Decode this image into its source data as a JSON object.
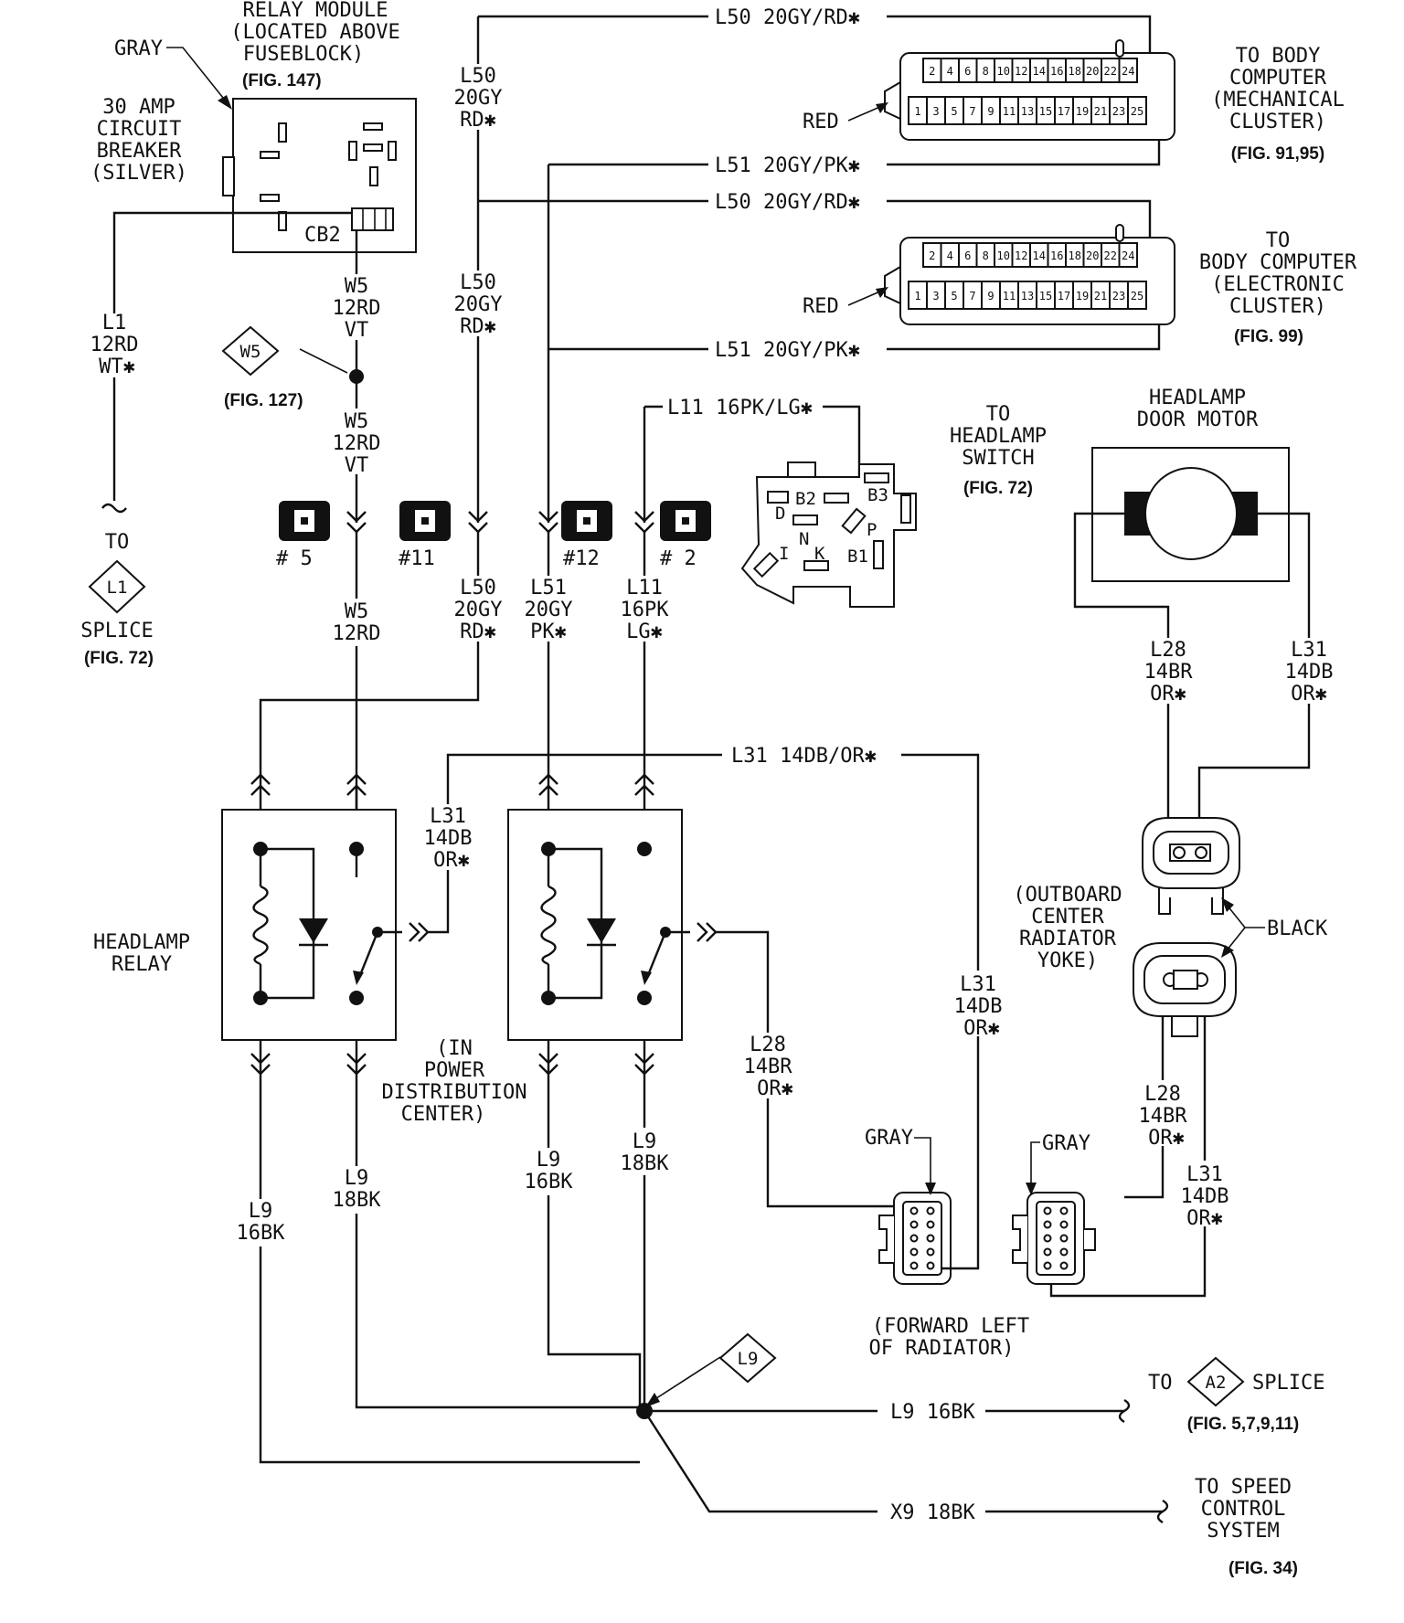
{
  "relay_module": {
    "title": [
      "RELAY MODULE",
      "(LOCATED ABOVE",
      "FUSEBLOCK)"
    ],
    "fig": "(FIG. 147)",
    "gray": "GRAY",
    "breaker": [
      "30 AMP",
      "CIRCUIT",
      "BREAKER",
      "(SILVER)"
    ],
    "cb2": "CB2"
  },
  "wires": {
    "l50_top": "L50 20GY/RD✱",
    "l51_top": "L51 20GY/PK✱",
    "l50_mid": "L50 20GY/RD✱",
    "l51_mid": "L51 20GY/PK✱",
    "l11_top": "L11 16PK/LG✱",
    "l31_h": "L31 14DB/OR✱",
    "l9_out": "L9 16BK",
    "x9_out": "X9 18BK"
  },
  "vlabels": {
    "l50_a": [
      "L50",
      "20GY",
      "RD✱"
    ],
    "l50_b": [
      "L50",
      "20GY",
      "RD✱"
    ],
    "l50_c": [
      "L50",
      "20GY",
      "RD✱"
    ],
    "l51_c": [
      "L51",
      "20GY",
      "PK✱"
    ],
    "l11_c": [
      "L11",
      "16PK",
      "LG✱"
    ],
    "l1": [
      "L1",
      "12RD",
      "WT✱"
    ],
    "w5_a": [
      "W5",
      "12RD",
      "VT"
    ],
    "w5_b": [
      "W5",
      "12RD",
      "VT"
    ],
    "w5_c": [
      "W5",
      "12RD"
    ],
    "l31_relay": [
      "L31",
      "14DB",
      "OR✱"
    ],
    "l31_right": [
      "L31",
      "14DB",
      "OR✱"
    ],
    "l28_mid": [
      "L28",
      "14BR",
      "OR✱"
    ],
    "l28_motor": [
      "L28",
      "14BR",
      "OR✱"
    ],
    "l31_motor": [
      "L31",
      "14DB",
      "OR✱"
    ],
    "l28_low": [
      "L28",
      "14BR",
      "OR✱"
    ],
    "l31_low": [
      "L31",
      "14DB",
      "OR✱"
    ],
    "l9_a": [
      "L9",
      "16BK"
    ],
    "l9_b": [
      "L9",
      "18BK"
    ],
    "l9_c": [
      "L9",
      "16BK"
    ],
    "l9_d": [
      "L9",
      "18BK"
    ]
  },
  "splices": {
    "w5": "W5",
    "w5_fig": "(FIG. 127)",
    "l1": "L1",
    "l1_to": "TO",
    "l1_splice": "SPLICE",
    "l1_fig": "(FIG. 72)",
    "l9": "L9",
    "a2": "A2",
    "a2_to": "TO",
    "a2_splice": "SPLICE",
    "a2_fig": "(FIG. 5,7,9,11)"
  },
  "fuses": [
    "# 5",
    "#11",
    "#12",
    "# 2"
  ],
  "connectors": {
    "top_pins": [
      "2",
      "4",
      "6",
      "8",
      "10",
      "12",
      "14",
      "16",
      "18",
      "20",
      "22",
      "24"
    ],
    "bottom_pins": [
      "1",
      "3",
      "5",
      "7",
      "9",
      "11",
      "13",
      "15",
      "17",
      "19",
      "21",
      "23",
      "25"
    ],
    "red": "RED",
    "mech": [
      "TO BODY",
      "COMPUTER",
      "(MECHANICAL",
      "CLUSTER)"
    ],
    "mech_fig": "(FIG. 91,95)",
    "elec": [
      "TO",
      "BODY COMPUTER",
      "(ELECTRONIC",
      "CLUSTER)"
    ],
    "elec_fig": "(FIG. 99)"
  },
  "headlamp_switch": {
    "title": [
      "TO",
      "HEADLAMP",
      "SWITCH"
    ],
    "fig": "(FIG. 72)",
    "terminals": [
      "B2",
      "B3",
      "D",
      "N",
      "K",
      "P",
      "I",
      "B1"
    ]
  },
  "motor": {
    "title": [
      "HEADLAMP",
      "DOOR MOTOR"
    ]
  },
  "relays": {
    "label": [
      "HEADLAMP",
      "RELAY"
    ],
    "pdc": [
      "(IN",
      "POWER",
      "DISTRIBUTION",
      "CENTER)"
    ]
  },
  "yoke": {
    "label": [
      "(OUTBOARD",
      "CENTER",
      "RADIATOR",
      "YOKE)"
    ],
    "black": "BLACK",
    "gray": "GRAY"
  },
  "gray_conn": {
    "gray": "GRAY",
    "forward": [
      "(FORWARD LEFT",
      "OF RADIATOR)"
    ]
  },
  "speed": {
    "title": [
      "TO SPEED",
      "CONTROL",
      "SYSTEM"
    ],
    "fig": "(FIG. 34)"
  }
}
